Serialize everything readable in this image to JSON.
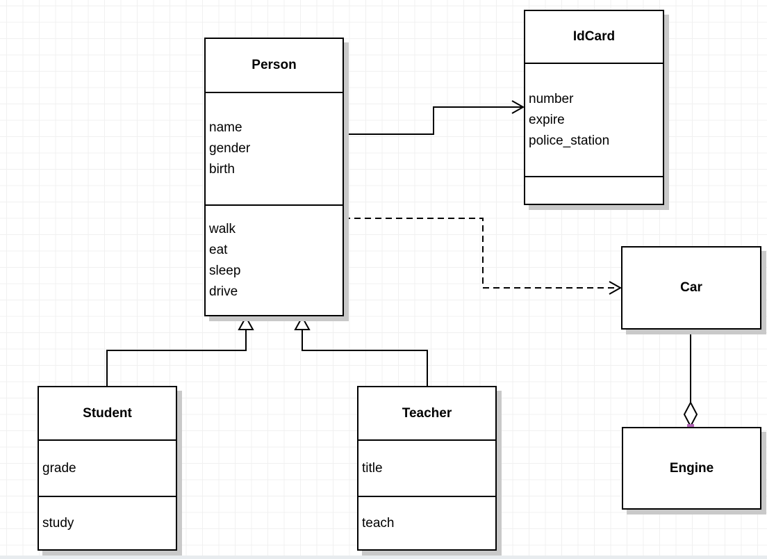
{
  "canvas": {
    "background": "#ffffff",
    "grid_color": "#f0f0f0",
    "scrollbar_color": "#e8ecef"
  },
  "colors": {
    "stroke": "#000000",
    "node_fill": "#ffffff",
    "shadow": "#c9c9c9",
    "endpoint_handle": "#b163b5"
  },
  "classes": {
    "person": {
      "title": "Person",
      "attributes": [
        "name",
        "gender",
        "birth"
      ],
      "methods": [
        "walk",
        "eat",
        "sleep",
        "drive"
      ]
    },
    "idcard": {
      "title": "IdCard",
      "attributes": [
        "number",
        "expire",
        "police_station"
      ],
      "methods": []
    },
    "car": {
      "title": "Car",
      "attributes": [],
      "methods": []
    },
    "engine": {
      "title": "Engine",
      "attributes": [],
      "methods": []
    },
    "student": {
      "title": "Student",
      "attributes": [
        "grade"
      ],
      "methods": [
        "study"
      ]
    },
    "teacher": {
      "title": "Teacher",
      "attributes": [
        "title"
      ],
      "methods": [
        "teach"
      ]
    }
  },
  "relationships": [
    {
      "from": "Person",
      "to": "IdCard",
      "type": "association",
      "line": "solid",
      "arrow": "open"
    },
    {
      "from": "Person",
      "to": "Car",
      "type": "dependency",
      "line": "dashed",
      "arrow": "open"
    },
    {
      "from": "Student",
      "to": "Person",
      "type": "generalization",
      "line": "solid",
      "arrow": "hollow-triangle"
    },
    {
      "from": "Teacher",
      "to": "Person",
      "type": "generalization",
      "line": "solid",
      "arrow": "hollow-triangle"
    },
    {
      "from": "Car",
      "to": "Engine",
      "type": "aggregation",
      "line": "solid",
      "arrow": "hollow-diamond"
    }
  ]
}
